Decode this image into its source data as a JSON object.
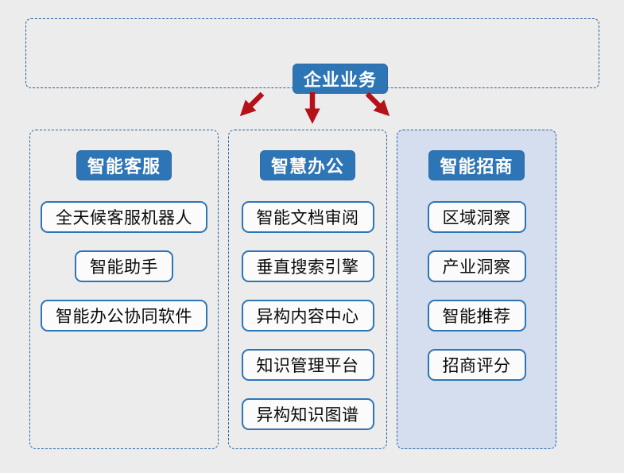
{
  "root_node": {
    "label": "企业业务"
  },
  "groups": [
    {
      "header": "智能客服",
      "items": [
        "全天候客服机器人",
        "智能助手",
        "智能办公协同软件"
      ],
      "highlighted": false
    },
    {
      "header": "智慧办公",
      "items": [
        "智能文档审阅",
        "垂直搜索引擎",
        "异构内容中心",
        "知识管理平台",
        "异构知识图谱"
      ],
      "highlighted": false
    },
    {
      "header": "智能招商",
      "items": [
        "区域洞察",
        "产业洞察",
        "智能推荐",
        "招商评分"
      ],
      "highlighted": true
    }
  ],
  "arrows": [
    "down-left-arrow",
    "down-arrow",
    "down-right-arrow"
  ],
  "colors": {
    "page_bg": "#ececec",
    "header_fill": "#2e75b6",
    "header_text": "#ffffff",
    "box_fill": "#fbfbfc",
    "box_border": "#2e75b6",
    "box_text": "#0a0a0a",
    "dashed_border": "#2462a9",
    "arrow": "#b41118",
    "group3_fill": "#d4deef"
  }
}
